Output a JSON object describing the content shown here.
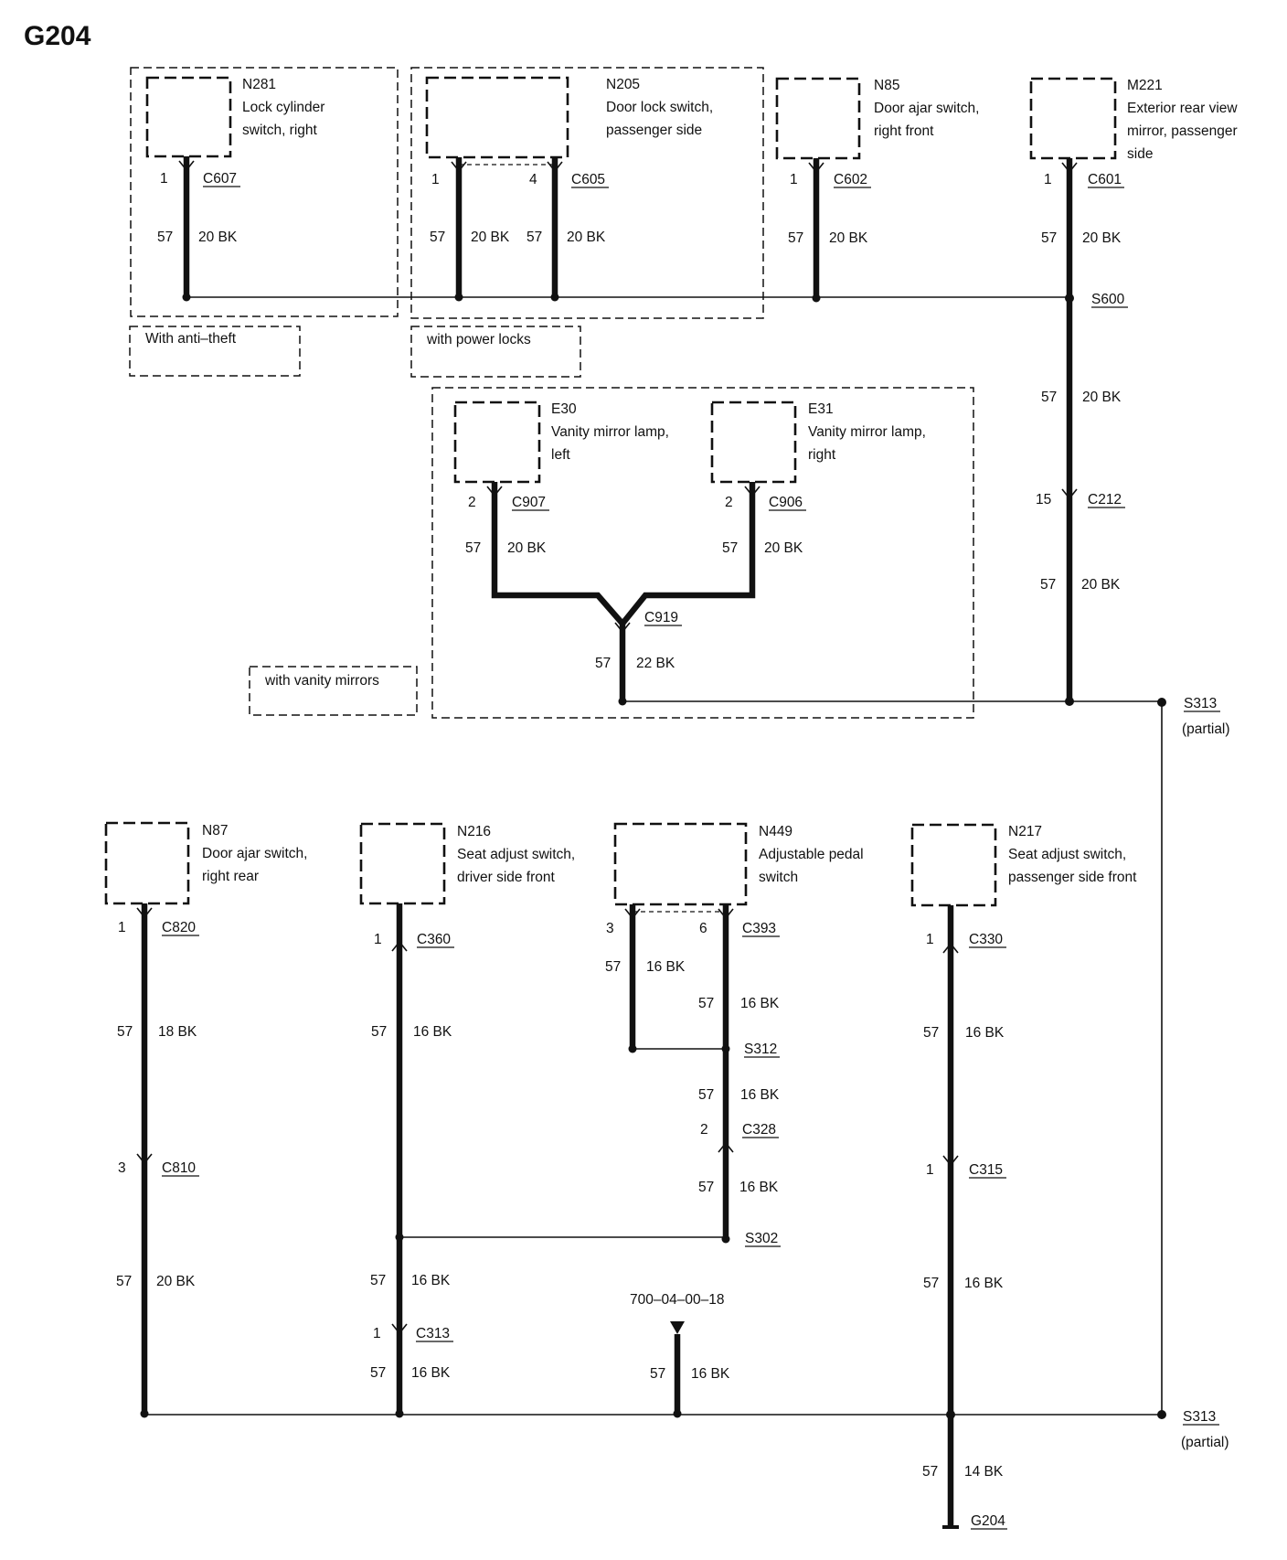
{
  "diagram": {
    "title": "G204",
    "groups": {
      "anti_theft": "With anti–theft",
      "power_locks": "with power locks",
      "vanity_mirrors": "with vanity mirrors"
    },
    "components": {
      "n281": {
        "id": "N281",
        "line1": "Lock cylinder",
        "line2": "switch, right"
      },
      "n205": {
        "id": "N205",
        "line1": "Door lock switch,",
        "line2": "passenger side"
      },
      "n85": {
        "id": "N85",
        "line1": "Door ajar switch,",
        "line2": "right front"
      },
      "m221": {
        "id": "M221",
        "line1": "Exterior rear view",
        "line2": "mirror, passenger",
        "line3": "side"
      },
      "e30": {
        "id": "E30",
        "line1": "Vanity mirror lamp,",
        "line2": "left"
      },
      "e31": {
        "id": "E31",
        "line1": "Vanity mirror lamp,",
        "line2": "right"
      },
      "n87": {
        "id": "N87",
        "line1": "Door ajar switch,",
        "line2": "right rear"
      },
      "n216": {
        "id": "N216",
        "line1": "Seat adjust switch,",
        "line2": "driver side front"
      },
      "n449": {
        "id": "N449",
        "line1": "Adjustable pedal",
        "line2": "switch"
      },
      "n217": {
        "id": "N217",
        "line1": "Seat adjust switch,",
        "line2": "passenger side front"
      }
    },
    "connectors": {
      "c607": {
        "name": "C607",
        "pin": "1"
      },
      "c605a": {
        "pin": "1"
      },
      "c605": {
        "name": "C605",
        "pin": "4"
      },
      "c602": {
        "name": "C602",
        "pin": "1"
      },
      "c601": {
        "name": "C601",
        "pin": "1"
      },
      "c907": {
        "name": "C907",
        "pin": "2"
      },
      "c906": {
        "name": "C906",
        "pin": "2"
      },
      "c919": {
        "name": "C919"
      },
      "c212": {
        "name": "C212",
        "pin": "15"
      },
      "c820": {
        "name": "C820",
        "pin": "1"
      },
      "c360": {
        "name": "C360",
        "pin": "1"
      },
      "c393a": {
        "pin": "3"
      },
      "c393": {
        "name": "C393",
        "pin": "6"
      },
      "c330": {
        "name": "C330",
        "pin": "1"
      },
      "c810": {
        "name": "C810",
        "pin": "3"
      },
      "c328": {
        "name": "C328",
        "pin": "2"
      },
      "c315": {
        "name": "C315",
        "pin": "1"
      },
      "c313": {
        "name": "C313",
        "pin": "1"
      }
    },
    "splices": {
      "s600": "S600",
      "s313_top": "S313",
      "s313_top_note": "(partial)",
      "s312": "S312",
      "s302": "S302",
      "s313_bottom": "S313",
      "s313_bottom_note": "(partial)"
    },
    "wires": {
      "w1": {
        "circuit": "57",
        "gauge": "20 BK"
      },
      "w2": {
        "circuit": "57",
        "gauge": "20 BK"
      },
      "w3": {
        "circuit": "57",
        "gauge": "20 BK"
      },
      "w4": {
        "circuit": "57",
        "gauge": "20 BK"
      },
      "w5": {
        "circuit": "57",
        "gauge": "20 BK"
      },
      "w6": {
        "circuit": "57",
        "gauge": "20 BK"
      },
      "w7": {
        "circuit": "57",
        "gauge": "20 BK"
      },
      "w8": {
        "circuit": "57",
        "gauge": "20 BK"
      },
      "w9": {
        "circuit": "57",
        "gauge": "20 BK"
      },
      "w10": {
        "circuit": "57",
        "gauge": "22 BK"
      },
      "w11": {
        "circuit": "57",
        "gauge": "18 BK"
      },
      "w12": {
        "circuit": "57",
        "gauge": "16 BK"
      },
      "w13": {
        "circuit": "57",
        "gauge": "16 BK"
      },
      "w14": {
        "circuit": "57",
        "gauge": "16 BK"
      },
      "w15": {
        "circuit": "57",
        "gauge": "16 BK"
      },
      "w16": {
        "circuit": "57",
        "gauge": "16 BK"
      },
      "w17": {
        "circuit": "57",
        "gauge": "16 BK"
      },
      "w18": {
        "circuit": "57",
        "gauge": "20 BK"
      },
      "w19": {
        "circuit": "57",
        "gauge": "16 BK"
      },
      "w20": {
        "circuit": "57",
        "gauge": "16 BK"
      },
      "w21": {
        "circuit": "57",
        "gauge": "16 BK"
      },
      "w22": {
        "circuit": "57",
        "gauge": "16 BK"
      },
      "w23": {
        "circuit": "57",
        "gauge": "14 BK"
      }
    },
    "ground": {
      "name": "G204"
    },
    "ref_code": "700–04–00–18"
  }
}
